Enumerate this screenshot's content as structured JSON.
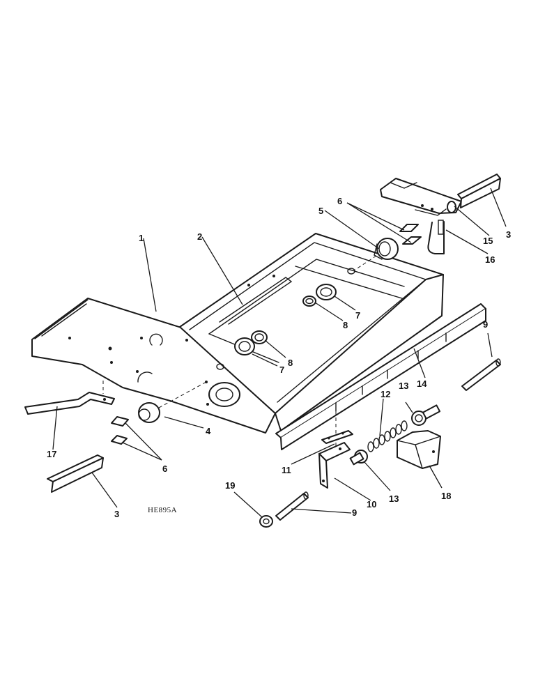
{
  "figure_code": "HE895A",
  "callouts": [
    "1",
    "2",
    "3",
    "3",
    "4",
    "5",
    "6",
    "6",
    "7",
    "7",
    "8",
    "8",
    "9",
    "9",
    "10",
    "11",
    "12",
    "13",
    "13",
    "14",
    "15",
    "16",
    "17",
    "18",
    "19"
  ]
}
